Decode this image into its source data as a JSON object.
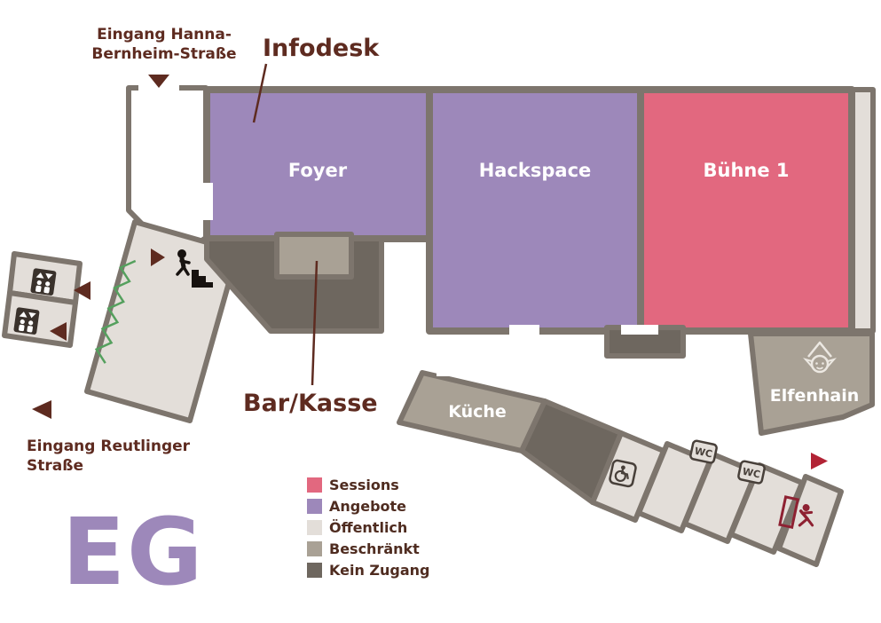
{
  "floor_label": "EG",
  "callouts": {
    "infodesk": "Infodesk",
    "bar_kasse": "Bar/Kasse"
  },
  "entrances": {
    "hanna_bernheim": {
      "line1": "Eingang Hanna-",
      "line2": "Bernheim-Straße"
    },
    "reutlinger": {
      "line1": "Eingang Reutlinger",
      "line2": "Straße"
    }
  },
  "rooms": {
    "foyer": "Foyer",
    "hackspace": "Hackspace",
    "buehne_1": "Bühne 1",
    "kueche": "Küche",
    "elfenhain": "Elfenhain",
    "wc": "WC"
  },
  "legend": {
    "items": [
      {
        "label": "Sessions",
        "color": "#e2687f"
      },
      {
        "label": "Angebote",
        "color": "#9d88ba"
      },
      {
        "label": "Öffentlich",
        "color": "#e3ded9"
      },
      {
        "label": "Beschränkt",
        "color": "#a9a195"
      },
      {
        "label": "Kein Zugang",
        "color": "#6e675f"
      }
    ]
  },
  "colors": {
    "wall": "#7d756d",
    "text_dark": "#5e2b20",
    "accent_red": "#b22335",
    "floor_label_purple": "#9d88ba",
    "plants_green": "#55a05e",
    "icon_dark": "#3a322c"
  },
  "icons": [
    "entrance-arrow-icon",
    "elevator-icon",
    "stairs-exit-icon",
    "plants-icon",
    "wheelchair-icon",
    "wc-sign-icon",
    "elf-icon",
    "emergency-exit-icon"
  ]
}
